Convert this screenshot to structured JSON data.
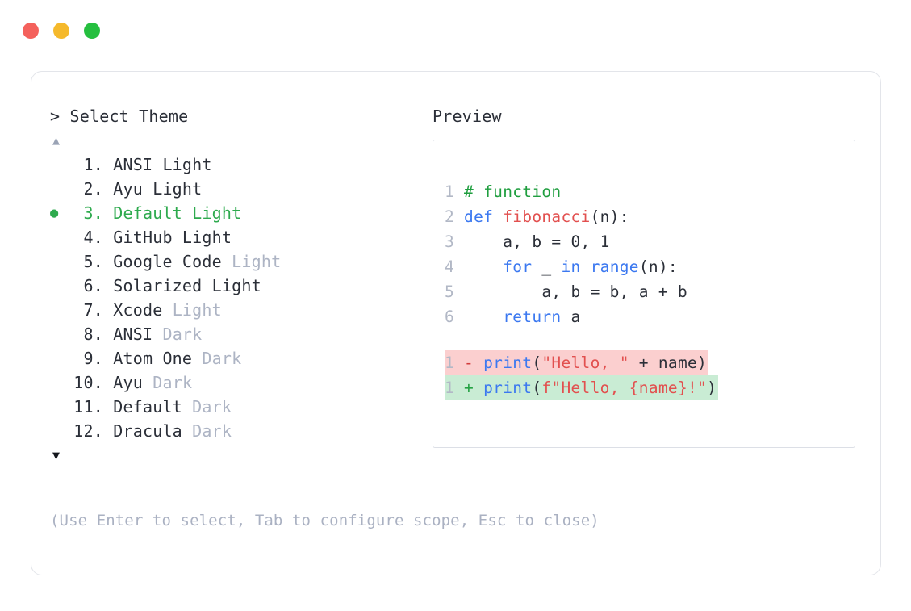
{
  "window": {
    "traffic_lights": [
      {
        "name": "close-button",
        "color": "#f4615c"
      },
      {
        "name": "minimize-button",
        "color": "#f5b92c"
      },
      {
        "name": "maximize-button",
        "color": "#25bf3f"
      }
    ]
  },
  "selector": {
    "prompt": "> Select Theme",
    "scroll_up": "▲",
    "scroll_down": "▼",
    "bullet": "●",
    "selected_index": 3,
    "items": [
      {
        "index": " 1.",
        "name": "ANSI Light",
        "variant": "",
        "selected": false
      },
      {
        "index": " 2.",
        "name": "Ayu Light",
        "variant": "",
        "selected": false
      },
      {
        "index": " 3.",
        "name": "Default Light",
        "variant": "",
        "selected": true
      },
      {
        "index": " 4.",
        "name": "GitHub Light",
        "variant": "",
        "selected": false
      },
      {
        "index": " 5.",
        "name": "Google Code ",
        "variant": "Light",
        "selected": false
      },
      {
        "index": " 6.",
        "name": "Solarized Light",
        "variant": "",
        "selected": false
      },
      {
        "index": " 7.",
        "name": "Xcode ",
        "variant": "Light",
        "selected": false
      },
      {
        "index": " 8.",
        "name": "ANSI ",
        "variant": "Dark",
        "selected": false
      },
      {
        "index": " 9.",
        "name": "Atom One ",
        "variant": "Dark",
        "selected": false
      },
      {
        "index": "10.",
        "name": "Ayu ",
        "variant": "Dark",
        "selected": false
      },
      {
        "index": "11.",
        "name": "Default ",
        "variant": "Dark",
        "selected": false
      },
      {
        "index": "12.",
        "name": "Dracula ",
        "variant": "Dark",
        "selected": false
      }
    ],
    "hint": "(Use Enter to select, Tab to configure scope, Esc to close)"
  },
  "preview": {
    "label": "Preview",
    "code_lines": [
      {
        "num": "1",
        "tokens": [
          {
            "t": "# function",
            "c": "comment"
          }
        ]
      },
      {
        "num": "2",
        "tokens": [
          {
            "t": "def ",
            "c": "kw"
          },
          {
            "t": "fibonacci",
            "c": "fn"
          },
          {
            "t": "(n):",
            "c": "plain"
          }
        ]
      },
      {
        "num": "3",
        "tokens": [
          {
            "t": "    a, b = ",
            "c": "plain"
          },
          {
            "t": "0",
            "c": "num"
          },
          {
            "t": ", ",
            "c": "plain"
          },
          {
            "t": "1",
            "c": "num"
          }
        ]
      },
      {
        "num": "4",
        "tokens": [
          {
            "t": "    ",
            "c": "plain"
          },
          {
            "t": "for",
            "c": "kw"
          },
          {
            "t": " _ ",
            "c": "plain"
          },
          {
            "t": "in",
            "c": "kw"
          },
          {
            "t": " ",
            "c": "plain"
          },
          {
            "t": "range",
            "c": "kw"
          },
          {
            "t": "(n):",
            "c": "plain"
          }
        ]
      },
      {
        "num": "5",
        "tokens": [
          {
            "t": "        a, b = b, a + b",
            "c": "plain"
          }
        ]
      },
      {
        "num": "6",
        "tokens": [
          {
            "t": "    ",
            "c": "plain"
          },
          {
            "t": "return",
            "c": "kw"
          },
          {
            "t": " a",
            "c": "plain"
          }
        ]
      }
    ],
    "diff_lines": [
      {
        "num": "1",
        "marker": "-",
        "kind": "del",
        "tokens": [
          {
            "t": "print",
            "c": "kw"
          },
          {
            "t": "(",
            "c": "plain"
          },
          {
            "t": "\"Hello, \"",
            "c": "str"
          },
          {
            "t": " + name)",
            "c": "plain"
          }
        ]
      },
      {
        "num": "1",
        "marker": "+",
        "kind": "add",
        "tokens": [
          {
            "t": "print",
            "c": "kw"
          },
          {
            "t": "(",
            "c": "plain"
          },
          {
            "t": "f\"Hello, {name}!\"",
            "c": "str"
          },
          {
            "t": ")",
            "c": "plain"
          }
        ]
      }
    ]
  },
  "colors": {
    "accent_selected": "#2eaa4e",
    "dim_text": "#adb4c4",
    "body_text": "#2b2f38",
    "keyword": "#3b78f0",
    "function": "#e2504f",
    "string": "#e2504f",
    "comment": "#1f9e3f",
    "line_number": "#b2b8c6",
    "diff_del_bg": "#fbcfcf",
    "diff_add_bg": "#c9ecd4",
    "card_border": "#e3e5ea"
  }
}
